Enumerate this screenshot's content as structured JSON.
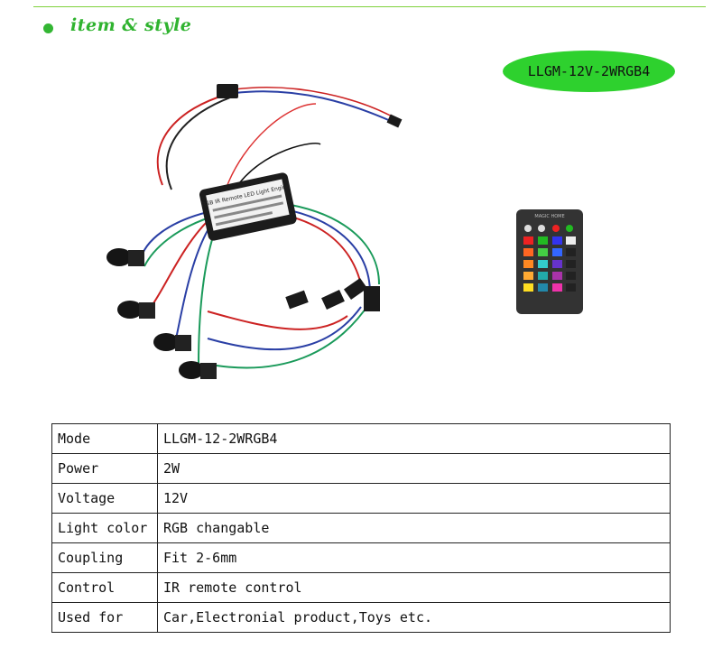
{
  "header": {
    "section_title": "item & style",
    "model_badge": "LLGM-12V-2WRGB4"
  },
  "product_image": {
    "module_label": "RGB IR Remote LED Light Engine",
    "remote_label": "MAGIC HOME"
  },
  "colors": {
    "accent_green": "#2ed12e",
    "rule_green": "#7fd13b"
  },
  "specs": [
    {
      "label": "Mode",
      "value": "LLGM-12-2WRGB4"
    },
    {
      "label": "Power",
      "value": "2W"
    },
    {
      "label": "Voltage",
      "value": "12V"
    },
    {
      "label": "Light color",
      "value": "RGB changable"
    },
    {
      "label": "Coupling",
      "value": "Fit 2-6mm"
    },
    {
      "label": "Control",
      "value": "IR remote control"
    },
    {
      "label": "Used for",
      "value": "Car,Electronial product,Toys etc."
    }
  ]
}
